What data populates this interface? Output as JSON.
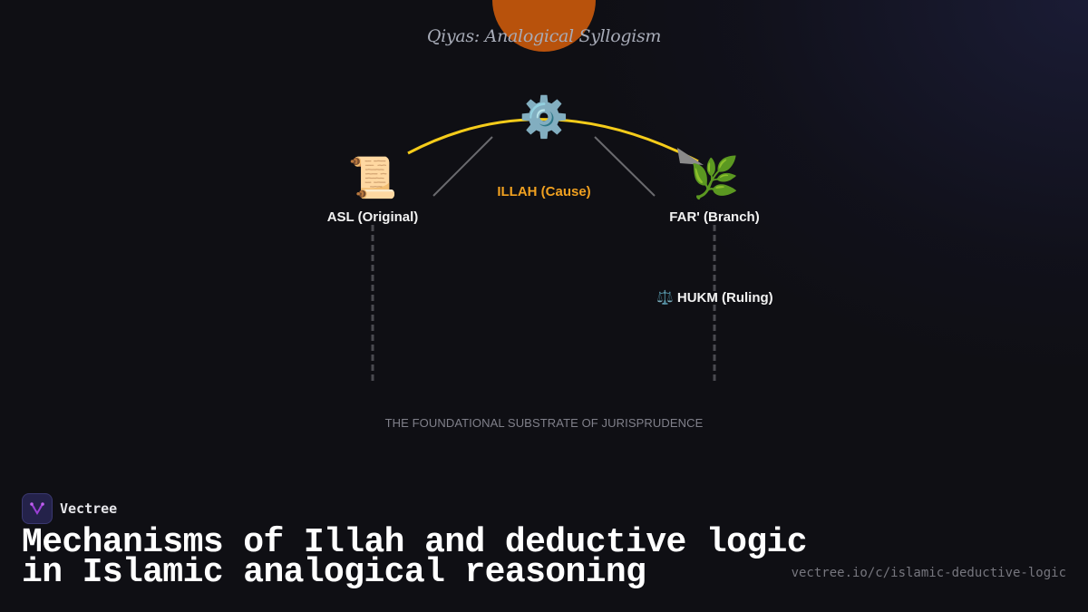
{
  "diagram": {
    "title": "Qiyas: Analogical Syllogism",
    "nodes": {
      "asl": {
        "icon": "📜",
        "icon_name": "scroll-icon",
        "label": "ASL (Original)"
      },
      "illah": {
        "icon": "⚙️",
        "icon_name": "gear-icon",
        "label": "ILLAH (Cause)"
      },
      "far": {
        "icon": "🌿",
        "icon_name": "herb-icon",
        "label": "FAR' (Branch)"
      },
      "hukm": {
        "icon": "⚖️",
        "icon_name": "scales-icon",
        "label": "HUKM (Ruling)"
      }
    },
    "footer_caption": "THE FOUNDATIONAL SUBSTRATE OF JURISPRUDENCE",
    "colors": {
      "arc": "#f5cc1a",
      "arrowhead": "#8a8a8a",
      "connector": "#6a6a6e",
      "cause_label": "#f0a020",
      "disc": "#b8520c"
    }
  },
  "branding": {
    "name": "Vectree",
    "title_line1": "Mechanisms of Illah and deductive logic",
    "title_line2": "in Islamic analogical reasoning",
    "url": "vectree.io/c/islamic-deductive-logic"
  }
}
